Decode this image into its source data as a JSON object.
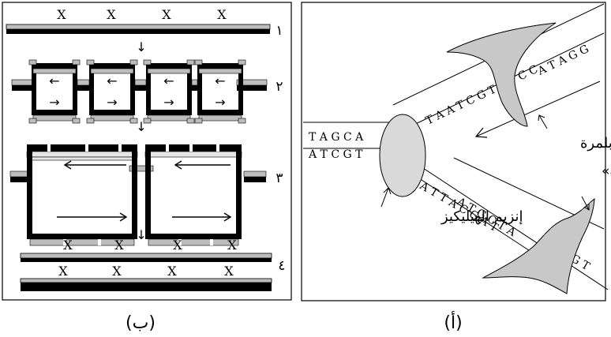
{
  "panel_a": {
    "caption": "(أ)",
    "labels": {
      "helicase": "إنزيم الهيليكيز",
      "polymerase_line1": "إنزيم بلمرة",
      "polymerase_line2": "الـ «دى إن إيه»"
    },
    "parent_strands": {
      "top": "T A G C A",
      "bottom": "A T C G T"
    },
    "upper_strand_text": "T A A T C G T A T C C",
    "upper_strand_complement": "A T A G G",
    "lower_strand_top": "A T G C T A",
    "lower_strand_bottom": "A T T A C G A T",
    "lower_strand_tail": "G T"
  },
  "panel_b": {
    "caption": "(ب)",
    "step_numbers": [
      "١",
      "٢",
      "٣",
      "٤"
    ],
    "marker": "X",
    "left_arrow": "←",
    "right_arrow": "→",
    "down_arrow": "↓"
  },
  "colors": {
    "enzyme_fill": "#c8c8c8",
    "helicase_fill": "#d9d9d9",
    "black": "#000000",
    "gray_strand": "#bdbdbd"
  }
}
